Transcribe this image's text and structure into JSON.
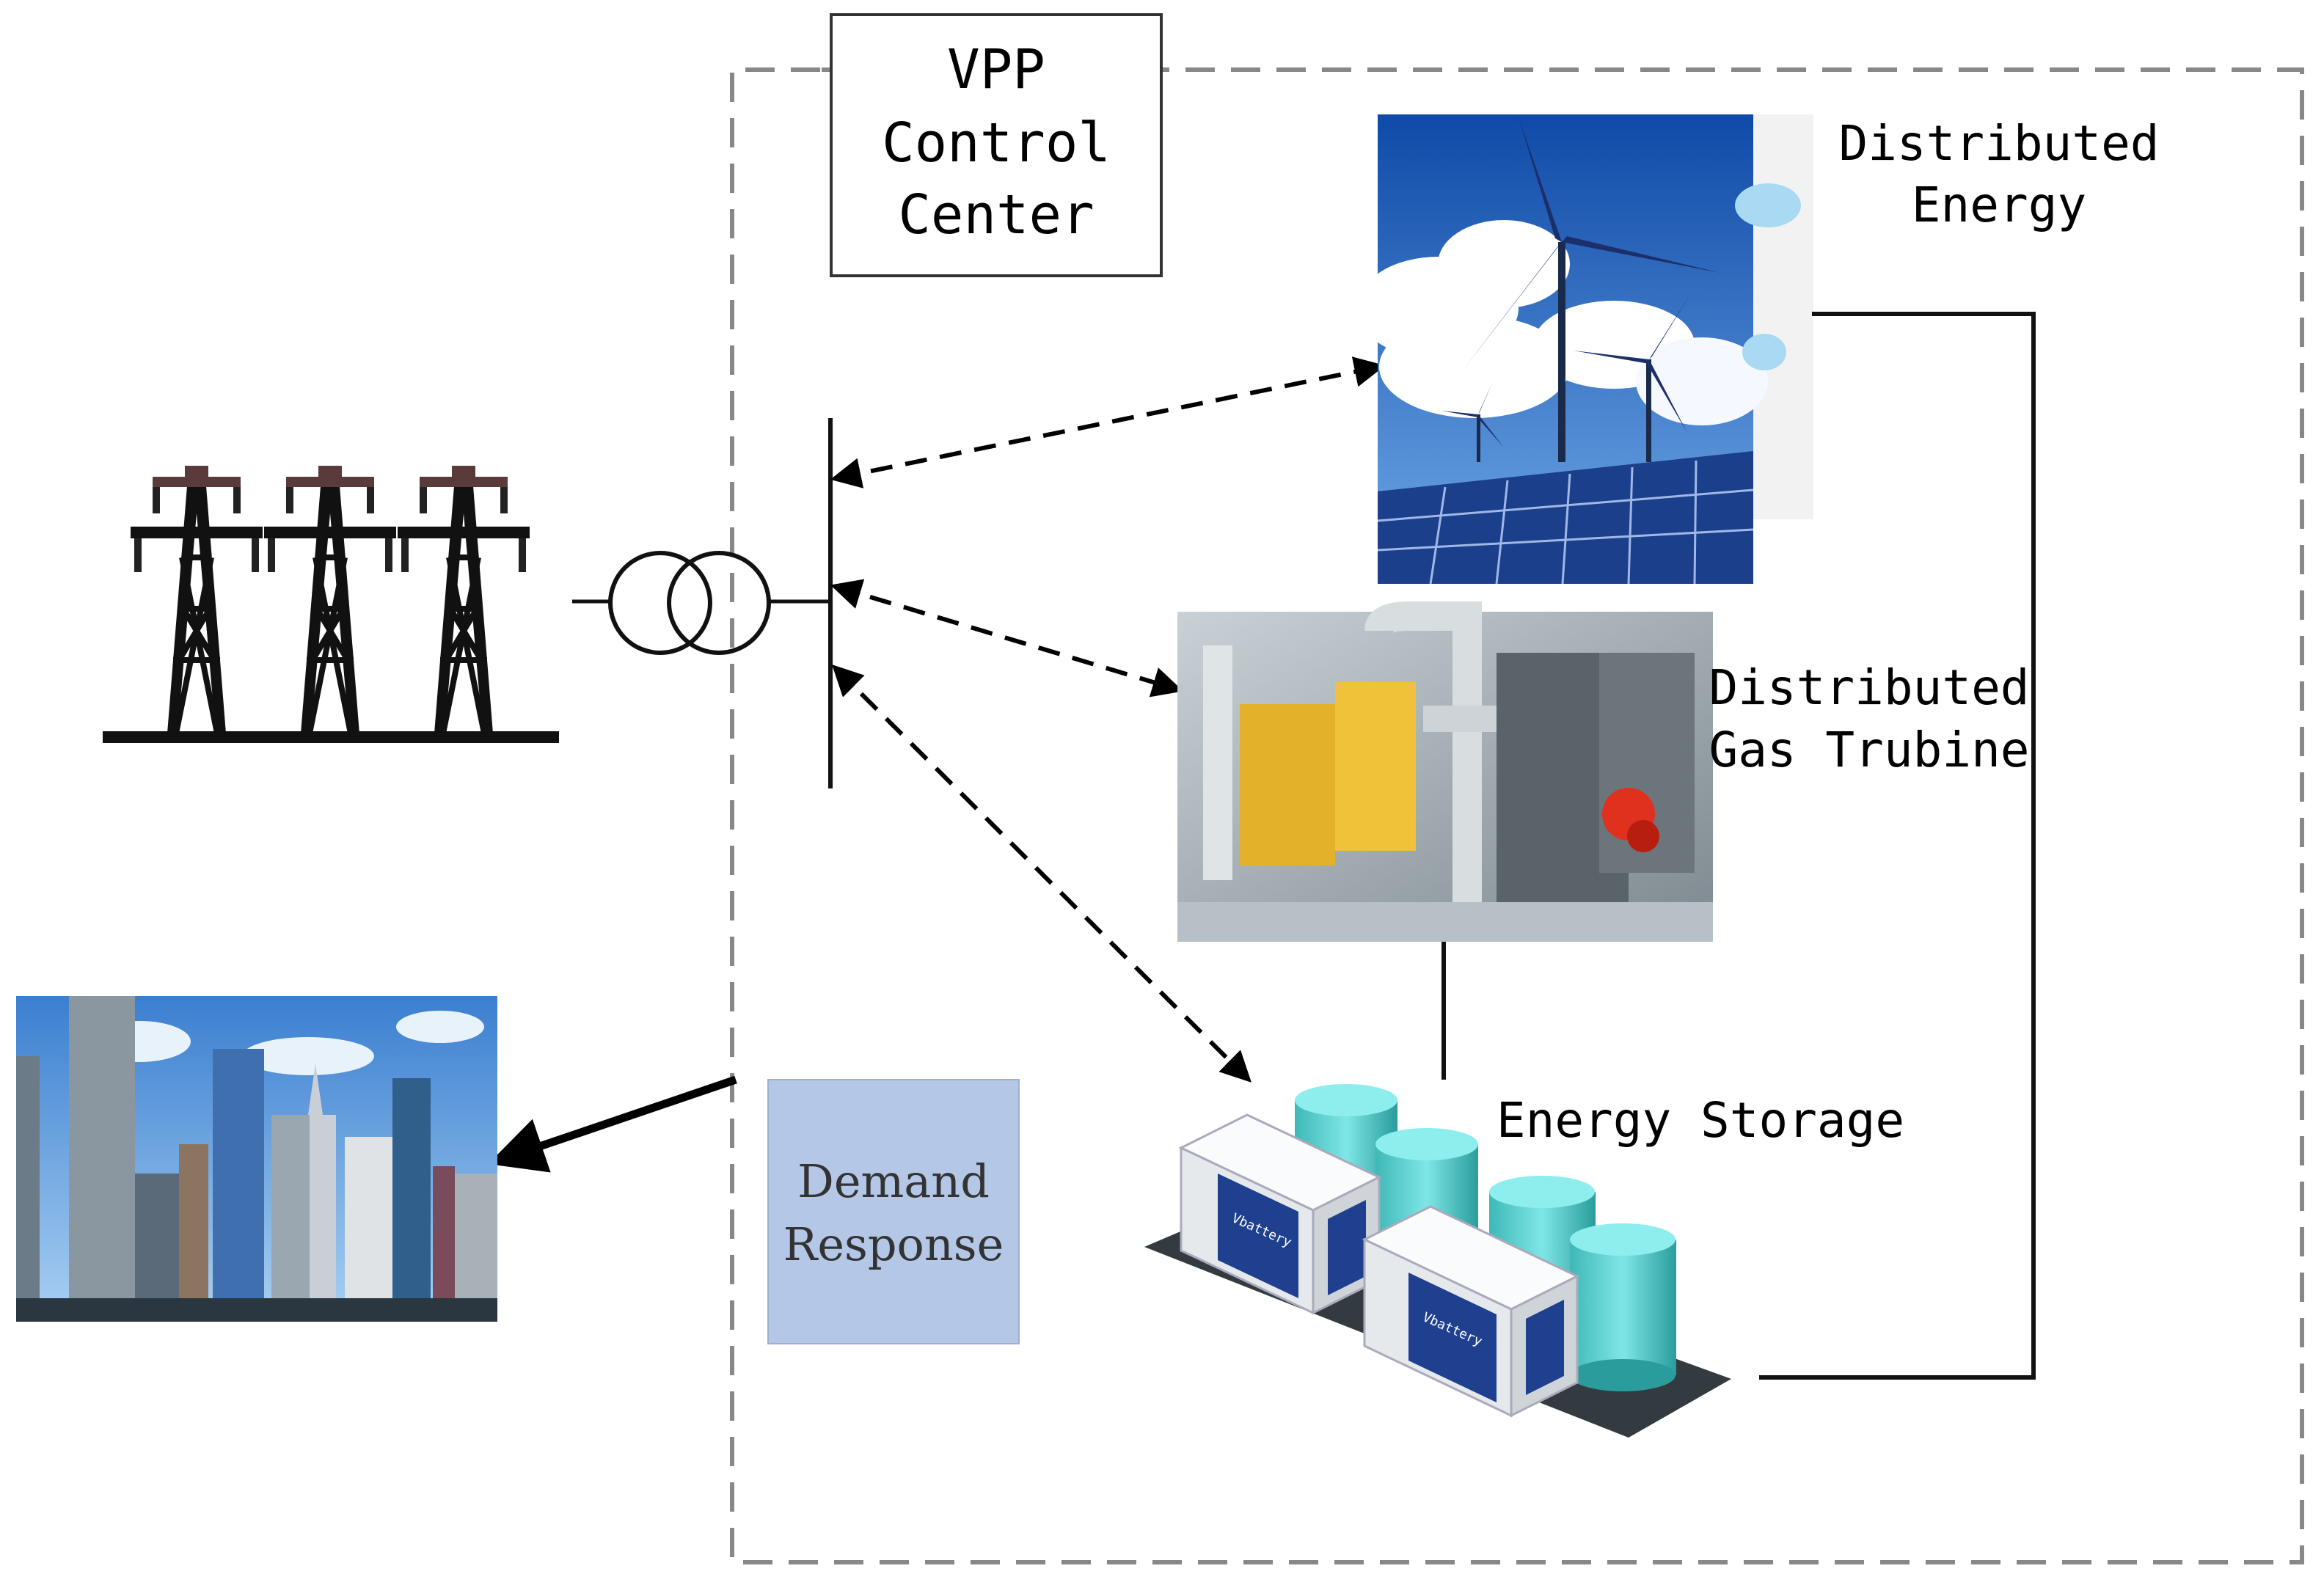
{
  "control_center": {
    "lines": [
      "VPP",
      "Control",
      "Center"
    ]
  },
  "distributed_energy": {
    "lines": [
      "Distributed",
      "Energy"
    ]
  },
  "gas_turbine": {
    "lines": [
      "Distributed",
      "Gas Trubine"
    ]
  },
  "energy_storage": {
    "label": "Energy Storage"
  },
  "demand_response": {
    "lines": [
      "Demand",
      "Response"
    ],
    "fill": "#b4c7e7"
  },
  "battery_brand": "Vbattery",
  "colors": {
    "sky": "#1f5fb5",
    "cloud": "#ffffff",
    "solar": "#1b3f8a",
    "tank": "#5fd3d3",
    "container": "#f0f2f4",
    "building": "#4a6a8a"
  }
}
